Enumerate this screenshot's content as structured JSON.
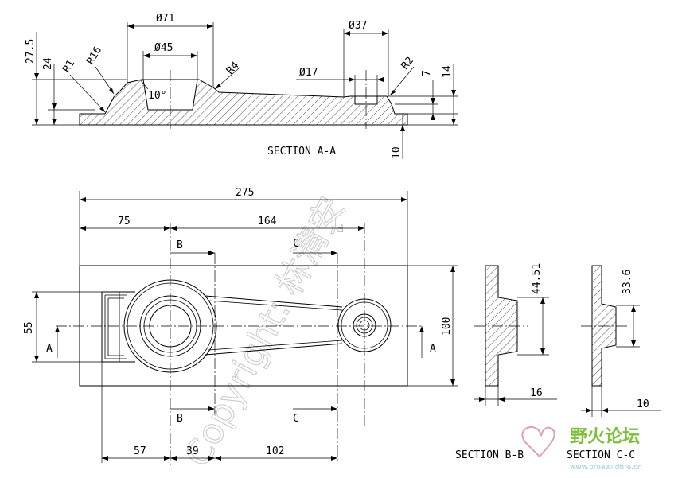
{
  "section_aa": {
    "dims": {
      "d71": "Ø71",
      "d45": "Ø45",
      "d37": "Ø37",
      "d17": "Ø17",
      "h275": "27.5",
      "h24": "24",
      "r1": "R1",
      "r16": "R16",
      "r4": "R4",
      "r2": "R2",
      "angle": "10°",
      "h7": "7",
      "h14": "14",
      "h10": "10"
    },
    "caption": "SECTION  A-A"
  },
  "plan_view": {
    "dims": {
      "d275": "275",
      "d75": "75",
      "d164": "164",
      "d55": "55",
      "d100": "100",
      "d57": "57",
      "d39": "39",
      "d102": "102"
    },
    "cut_labels": {
      "a_left": "A",
      "a_right": "A",
      "b_top": "B",
      "b_bottom": "B",
      "c_top": "C",
      "c_bottom": "C"
    }
  },
  "section_bb": {
    "dims": {
      "h": "44.51",
      "w": "16"
    },
    "caption": "SECTION  B-B"
  },
  "section_cc": {
    "dims": {
      "h": "33.6",
      "w": "10"
    },
    "caption": "SECTION  C-C"
  },
  "watermark": {
    "text": "Copyright: 林清安"
  },
  "logo": {
    "name": "野火论坛",
    "url": "www.proewildfire.cn"
  }
}
